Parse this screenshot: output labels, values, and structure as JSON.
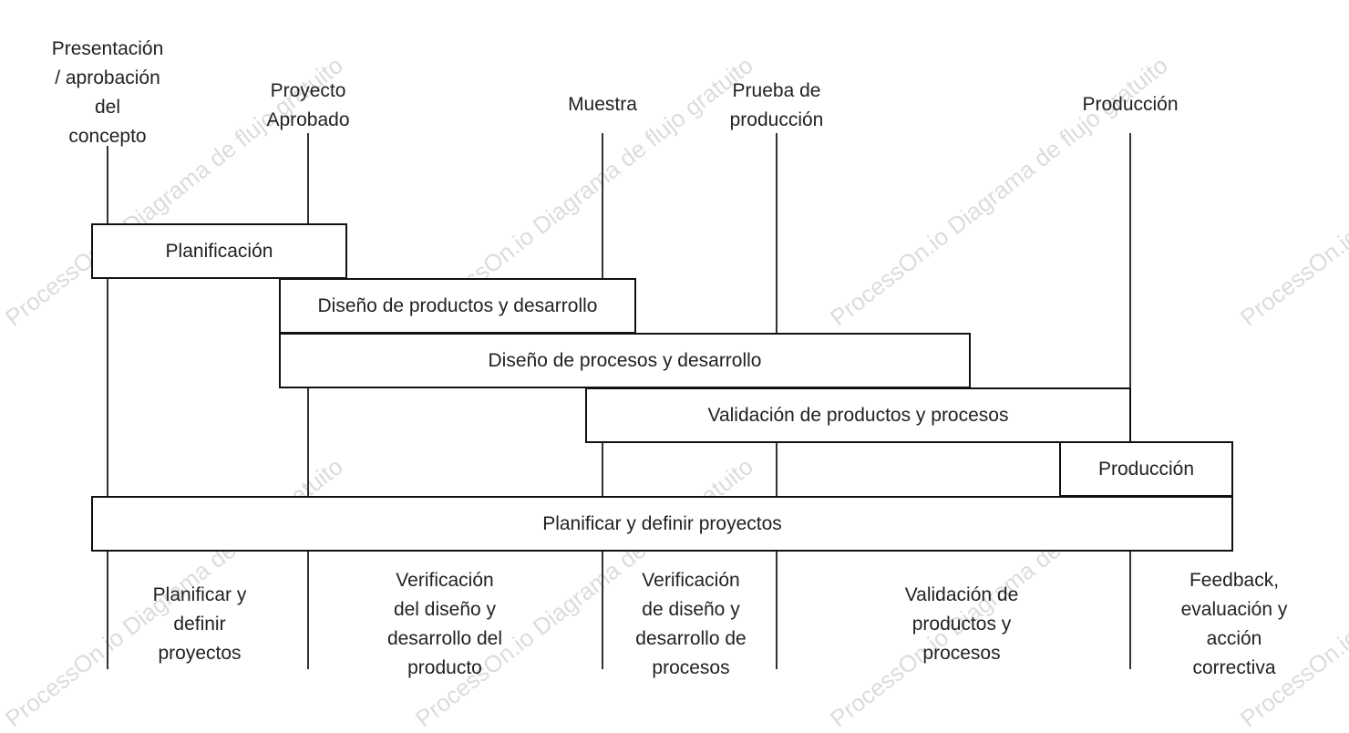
{
  "watermark": "ProcessOn.io Diagrama de flujo gratuito",
  "milestones": [
    "Presentación\n/ aprobación\ndel\nconcepto",
    "Proyecto\nAprobado",
    "Muestra",
    "Prueba de\nproducción",
    "Producción"
  ],
  "bars": [
    "Planificación",
    "Diseño de productos y desarrollo",
    "Diseño de procesos y desarrollo",
    "Validación de productos y procesos",
    "Producción",
    "Planificar y definir proyectos"
  ],
  "outputs": [
    "Planificar y\ndefinir\nproyectos",
    "Verificación\ndel diseño y\ndesarrollo del\nproducto",
    "Verificación\nde diseño y\ndesarrollo de\nprocesos",
    "Validación de\nproductos y\nprocesos",
    "Feedback,\nevaluación y\nacción\ncorrectiva"
  ]
}
